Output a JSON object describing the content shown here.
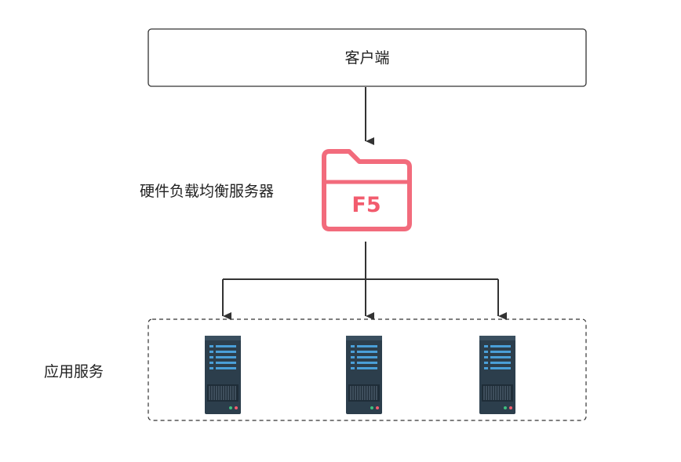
{
  "client": {
    "label": "客户端"
  },
  "load_balancer": {
    "label": "硬件负载均衡服务器",
    "badge": "F5"
  },
  "app_services": {
    "label": "应用服务",
    "server_count": 3
  },
  "colors": {
    "box_border": "#333333",
    "arrow": "#333333",
    "f5_accent": "#f26b7c",
    "f5_text": "#f25c6e",
    "server_body": "#2c3e4c",
    "server_accent": "#4a9fd8"
  }
}
